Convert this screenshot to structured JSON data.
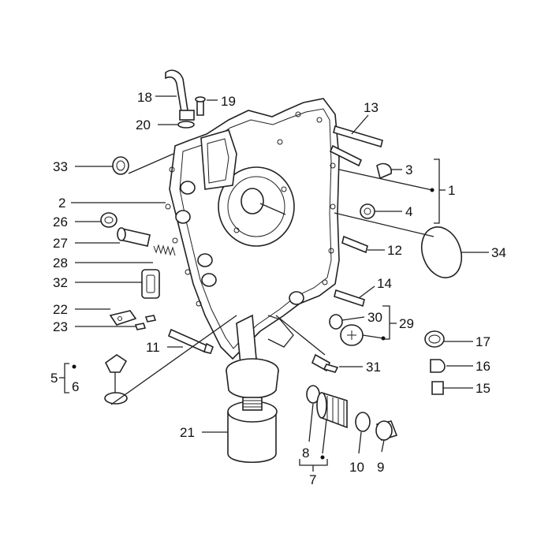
{
  "callouts": {
    "c1": "1",
    "c2": "2",
    "c3": "3",
    "c4": "4",
    "c5": "5",
    "c6": "6",
    "c7": "7",
    "c8": "8",
    "c9": "9",
    "c10": "10",
    "c11": "11",
    "c12": "12",
    "c13": "13",
    "c14": "14",
    "c15": "15",
    "c16": "16",
    "c17": "17",
    "c18": "18",
    "c19": "19",
    "c20": "20",
    "c21": "21",
    "c22": "22",
    "c23": "23",
    "c26": "26",
    "c27": "27",
    "c28": "28",
    "c29": "29",
    "c30": "30",
    "c31": "31",
    "c32": "32",
    "c33": "33",
    "c34": "34"
  }
}
